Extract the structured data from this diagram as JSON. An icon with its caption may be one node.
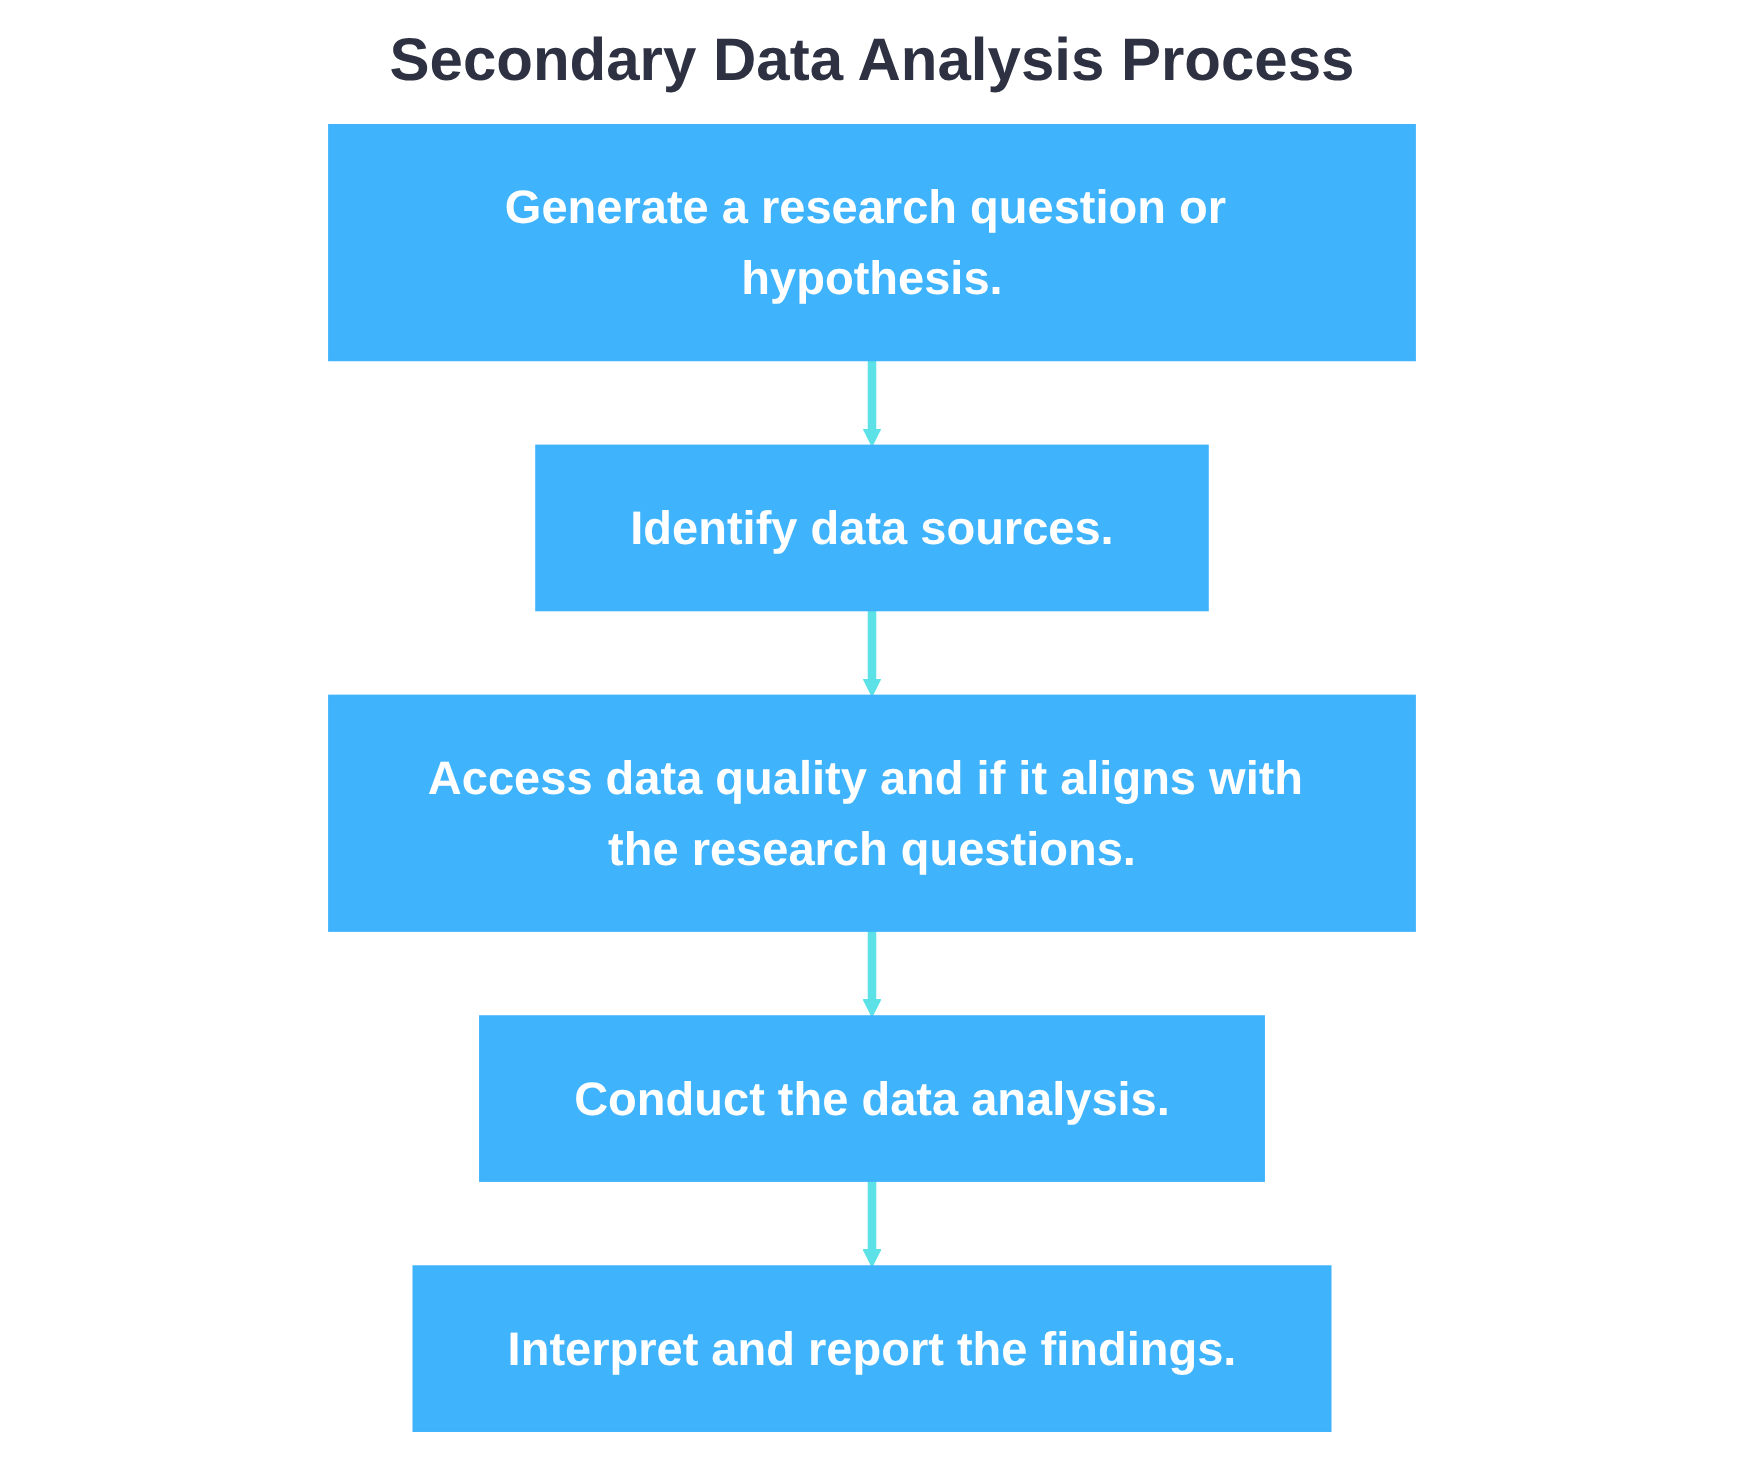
{
  "diagram": {
    "title": "Secondary Data Analysis Process",
    "nodes": [
      {
        "text": [
          "Generate a research question or hypothesis."
        ]
      },
      {
        "text": [
          "Identify data sources."
        ]
      },
      {
        "text": [
          "Access data quality and if it aligns with the research questions."
        ]
      },
      {
        "text": [
          "Conduct the data analysis."
        ]
      },
      {
        "text": [
          "Interpret and report the findings."
        ]
      }
    ],
    "edges": [
      {
        "from": 0,
        "to": 1,
        "arrow": "to"
      },
      {
        "from": 1,
        "to": 2,
        "arrow": "to"
      },
      {
        "from": 2,
        "to": 3,
        "arrow": "to"
      },
      {
        "from": 3,
        "to": 4,
        "arrow": "to"
      }
    ]
  }
}
